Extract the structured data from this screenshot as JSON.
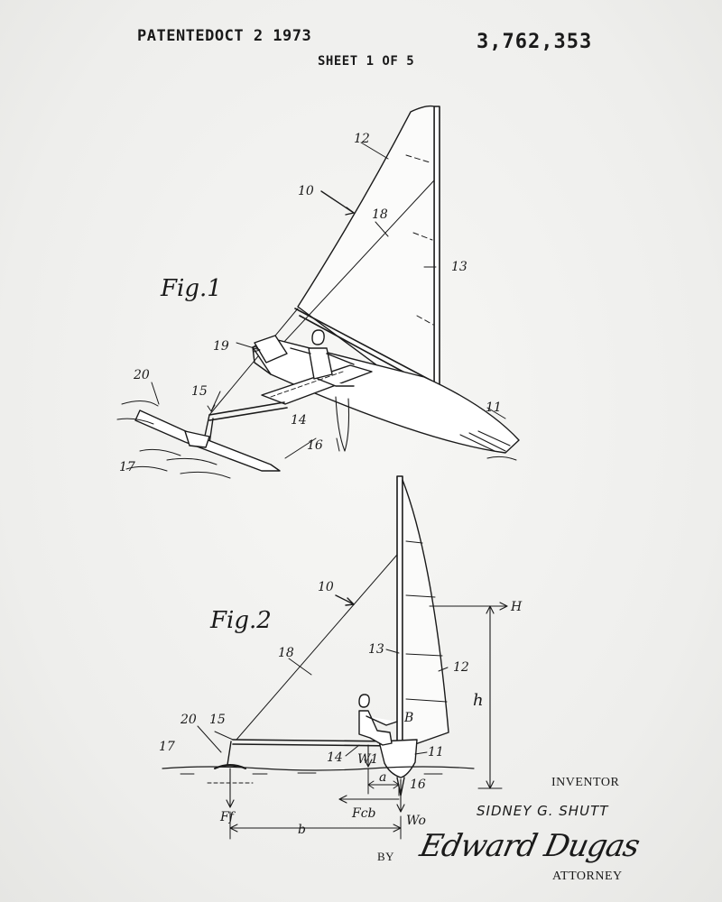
{
  "header": {
    "patented": "PATENTEDOCT 2 1973",
    "patent_number": "3,762,353",
    "sheet": "SHEET 1 OF 5"
  },
  "figures": {
    "fig1": {
      "label": "Fig.1",
      "refs": {
        "r10": "10",
        "r11": "11",
        "r12": "12",
        "r13": "13",
        "r14": "14",
        "r15": "15",
        "r16": "16",
        "r17": "17",
        "r18": "18",
        "r19": "19",
        "r20": "20"
      }
    },
    "fig2": {
      "label": "Fig.2",
      "refs": {
        "r10": "10",
        "r11": "11",
        "r12": "12",
        "r13": "13",
        "r14": "14",
        "r15": "15",
        "r16": "16",
        "r17": "17",
        "r18": "18",
        "r20": "20"
      },
      "forces": {
        "H": "H",
        "h": "h",
        "B": "B",
        "W1": "W1",
        "a": "a",
        "Fcb": "Fcb",
        "Ff": "Ff",
        "Wo": "Wo",
        "b": "b"
      }
    }
  },
  "footer": {
    "inventor_label": "INVENTOR",
    "inventor_name": "SIDNEY G. SHUTT",
    "by": "BY",
    "signature": "Edward Dugas",
    "attorney": "ATTORNEY"
  }
}
